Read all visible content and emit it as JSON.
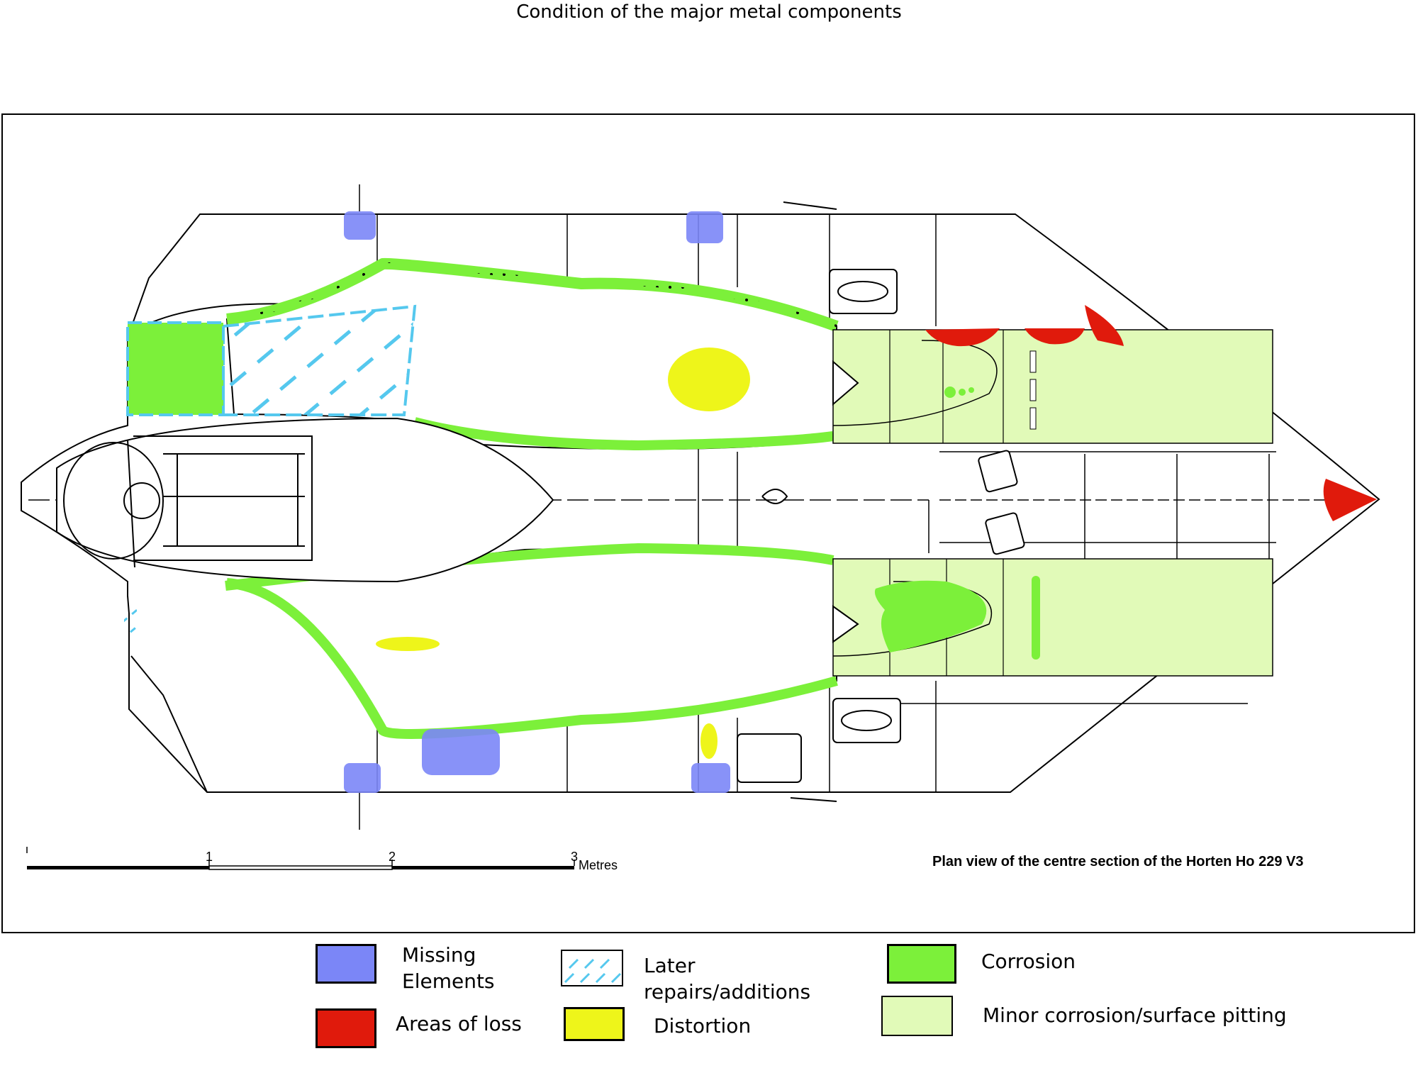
{
  "title": "Condition of the major metal components",
  "caption": "Plan view of the centre section of the Horten Ho 229 V3",
  "scale_bar": {
    "ticks": [
      "1",
      "2",
      "3"
    ],
    "unit": "Metres"
  },
  "legend": {
    "missing": {
      "line1": "Missing",
      "line2": "Elements",
      "color": "#7b86f7"
    },
    "loss": {
      "label": "Areas of loss",
      "color": "#e01a0c"
    },
    "repairs": {
      "line1": "Later",
      "line2": "repairs/additions",
      "color": "#55c8ee"
    },
    "distortion": {
      "label": "Distortion",
      "color": "#eef51a"
    },
    "corrosion": {
      "label": "Corrosion",
      "color": "#7cf03a"
    },
    "minor": {
      "label": "Minor corrosion/surface pitting",
      "color": "#e1fab8"
    }
  }
}
